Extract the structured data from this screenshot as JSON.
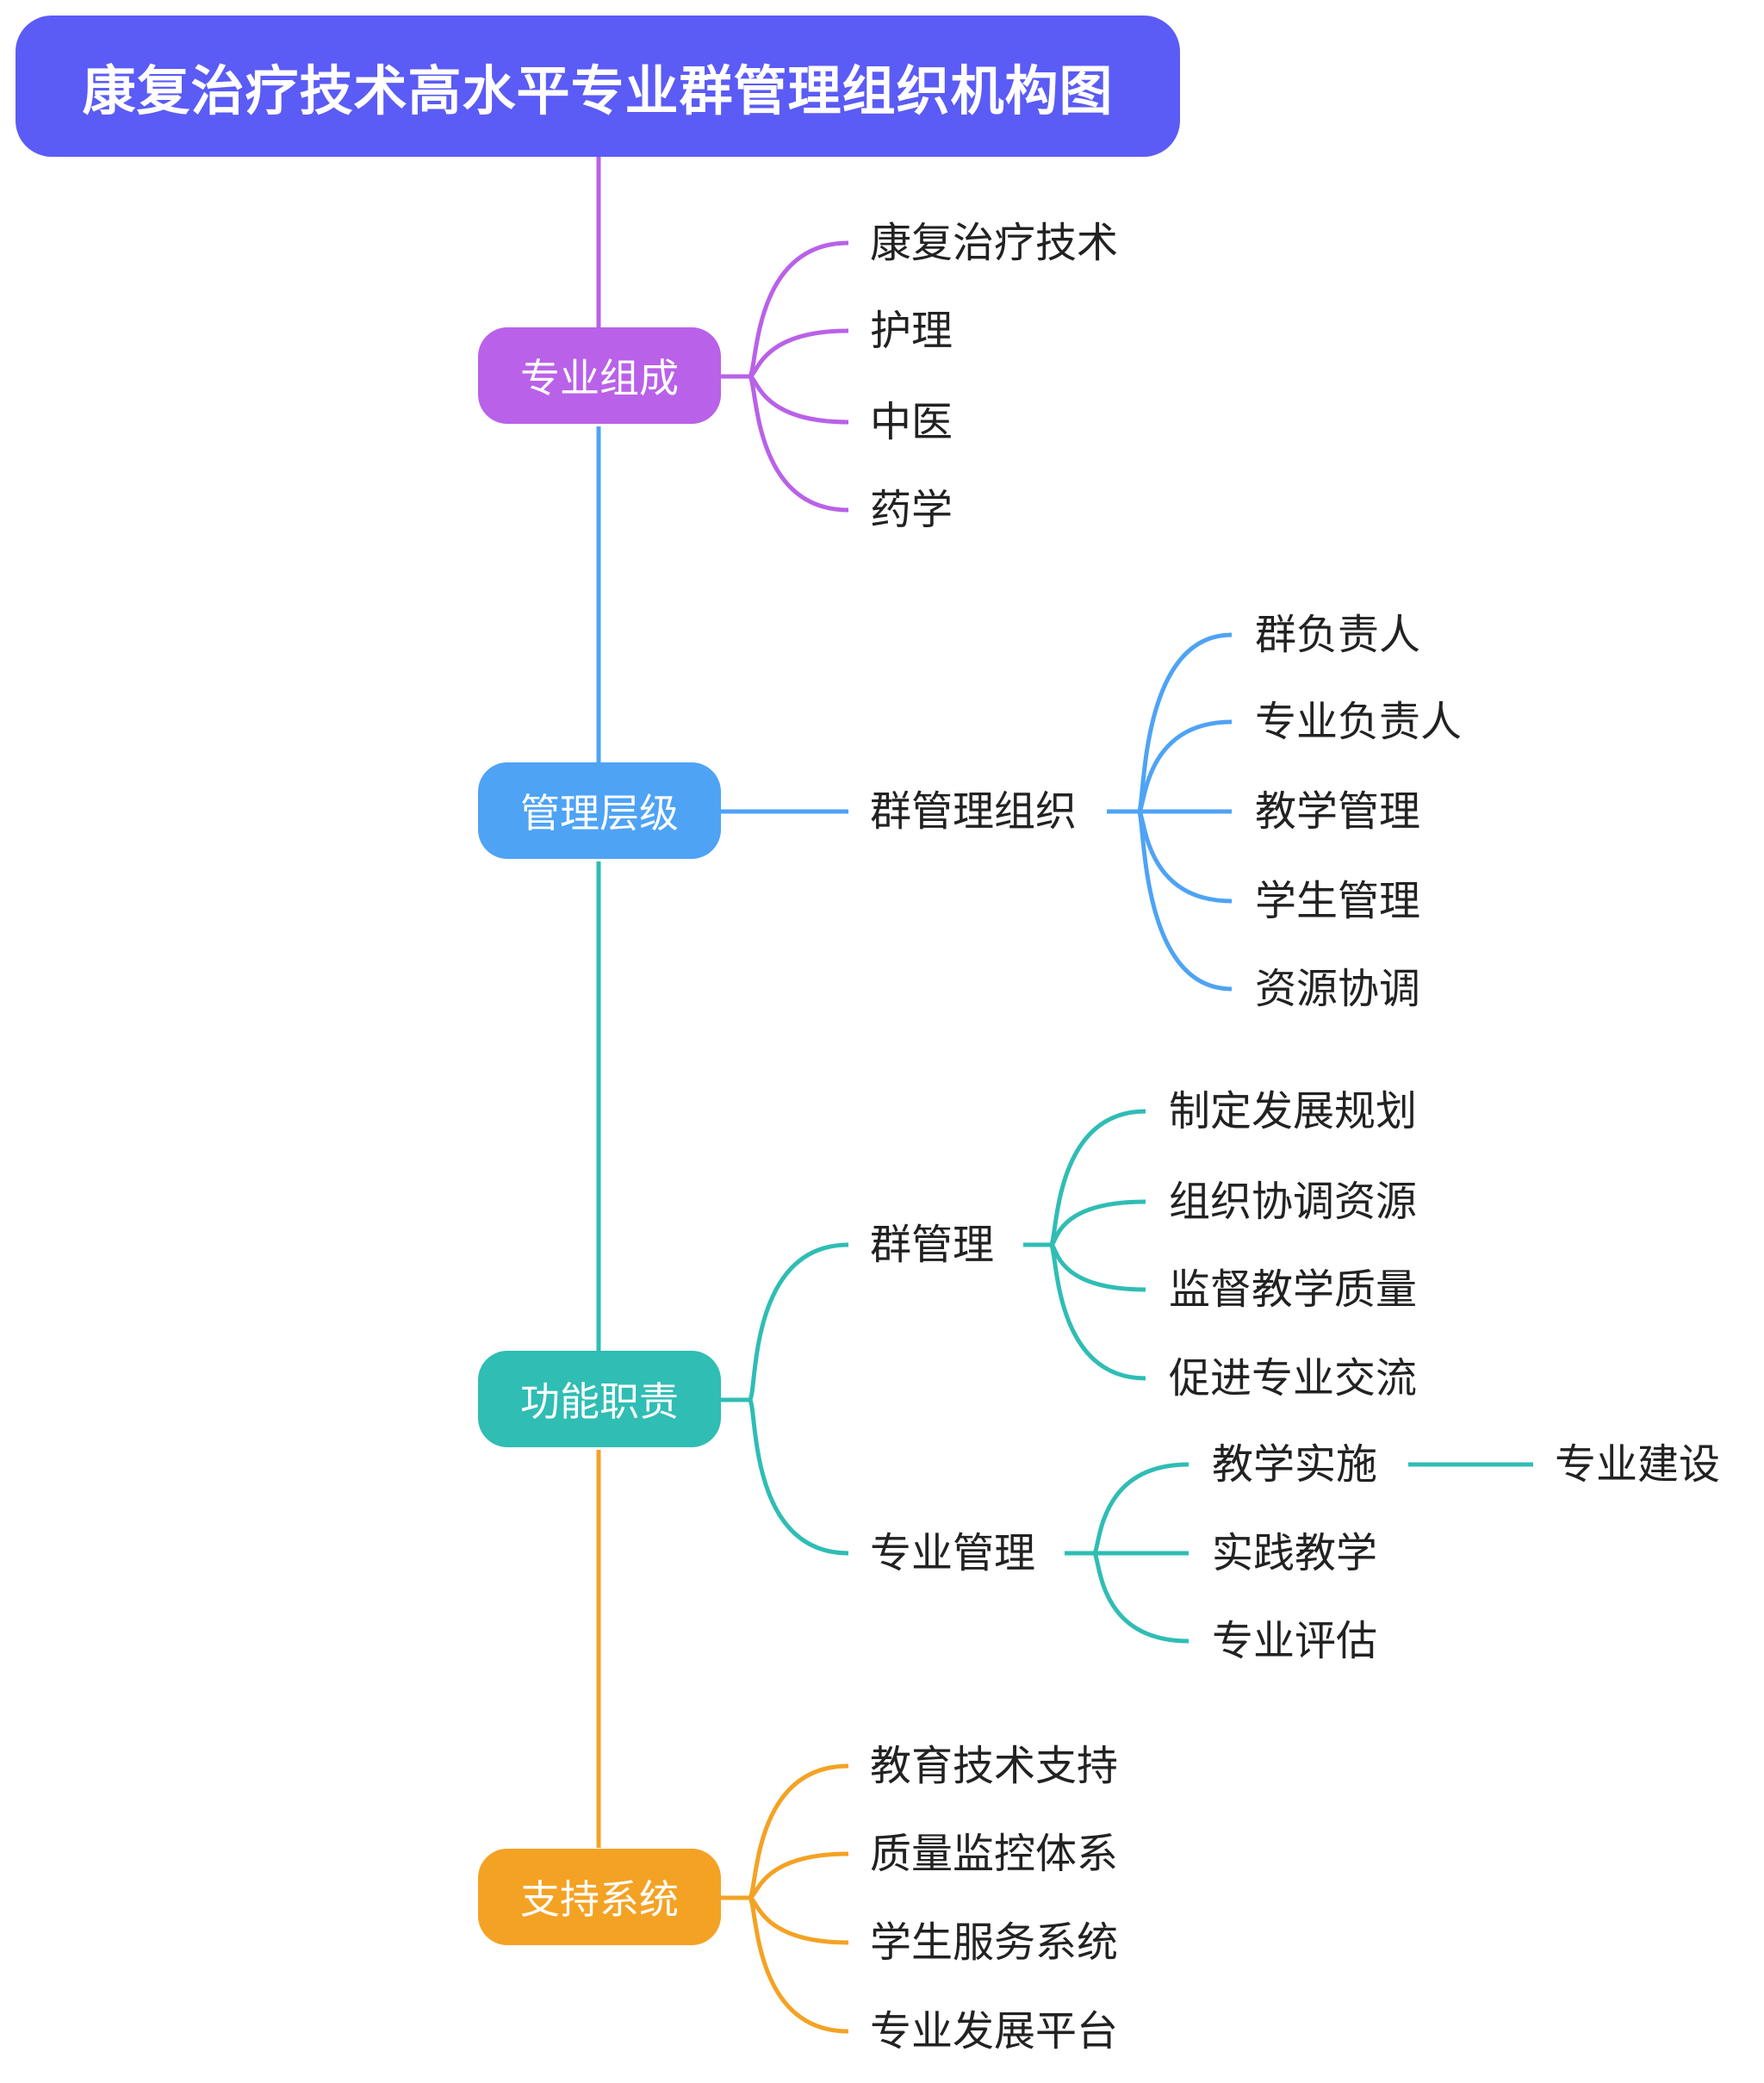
{
  "title": "康复治疗技术高水平专业群管理组织机构图",
  "colors": {
    "root": "#5b5bf6",
    "composition": "#b961e8",
    "management": "#4ea3f5",
    "function": "#2fbdb4",
    "support": "#f4a224"
  },
  "branches": {
    "composition": {
      "label": "专业组成",
      "children": [
        "康复治疗技术",
        "护理",
        "中医",
        "药学"
      ]
    },
    "management": {
      "label": "管理层级",
      "child": {
        "label": "群管理组织",
        "children": [
          "群负责人",
          "专业负责人",
          "教学管理",
          "学生管理",
          "资源协调"
        ]
      }
    },
    "function": {
      "label": "功能职责",
      "group_management": {
        "label": "群管理",
        "children": [
          "制定发展规划",
          "组织协调资源",
          "监督教学质量",
          "促进专业交流"
        ]
      },
      "major_management": {
        "label": "专业管理",
        "children": [
          "教学实施",
          "实践教学",
          "专业评估"
        ],
        "teaching_child": "专业建设"
      }
    },
    "support": {
      "label": "支持系统",
      "children": [
        "教育技术支持",
        "质量监控体系",
        "学生服务系统",
        "专业发展平台"
      ]
    }
  }
}
